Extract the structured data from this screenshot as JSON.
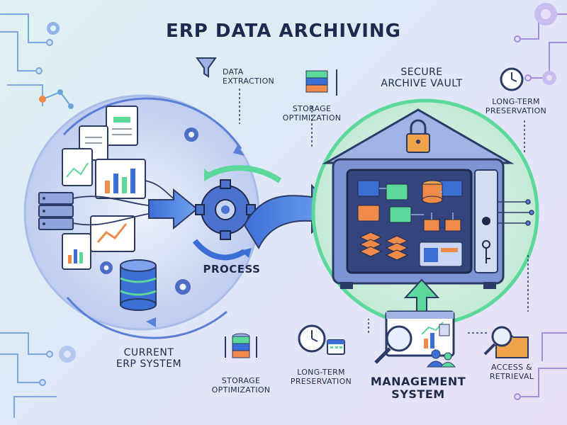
{
  "title": "ERP DATA ARCHIVING",
  "labels": {
    "data_extraction": [
      "DATA",
      "EXTRACTION"
    ],
    "secure_archive_vault": [
      "SECURE",
      "ARCHIVE VAULT"
    ],
    "storage_optimization_top": [
      "STORAGE",
      "OPTIMIZATION"
    ],
    "long_term_preservation_top": [
      "LONG-TERM",
      "PRESERVATION"
    ],
    "process": "PROCESS",
    "current_erp_system": [
      "CURRENT",
      "ERP SYSTEM"
    ],
    "storage_optimization_bottom": [
      "STORAGE",
      "OPTIMIZATION"
    ],
    "long_term_preservation_bottom": [
      "LONG-TERM",
      "PRESERVATION"
    ],
    "management_system": [
      "MANAGEMENT",
      "SYSTEM"
    ],
    "access_retrieval": [
      "ACCESS &",
      "RETRIEVAL"
    ]
  },
  "icons": [
    "funnel-icon",
    "stack-icon",
    "clock-icon",
    "gear-icon",
    "lock-icon",
    "database-icon",
    "server-icon",
    "document-icon",
    "chart-icon",
    "magnifier-icon",
    "folder-icon",
    "key-icon",
    "users-icon",
    "calendar-icon"
  ],
  "colors": {
    "navy": "#1f2a4a",
    "blue": "#3b6fd6",
    "green": "#5cd89a",
    "orange": "#f08a4b",
    "purple": "#7a63c9",
    "background_start": "#dff1f2",
    "background_end": "#e9e1f7"
  }
}
